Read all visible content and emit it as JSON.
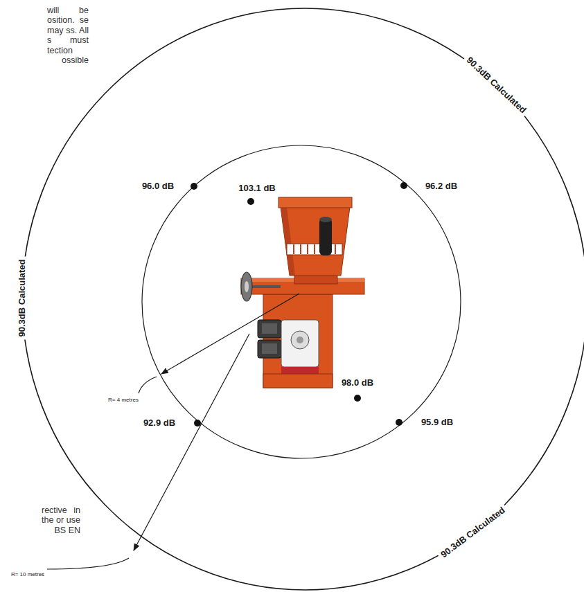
{
  "diagram": {
    "labels": [
      "will be osition. se may ss. All s must tection ossible",
      "90.3dB Calculated",
      "96.0 dB",
      "103.1 dB",
      "96.2 dB",
      "90.3dB Calculated",
      "98.0 dB",
      "R= 4 metres",
      "92.9 dB",
      "95.9 dB",
      "rective in the or use BS EN",
      "90.3dB Calculated",
      "R= 10 metres"
    ]
  }
}
